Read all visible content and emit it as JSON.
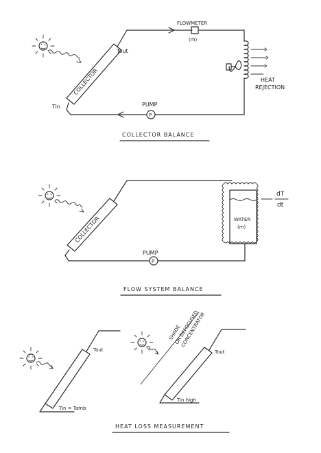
{
  "collector_balance": {
    "flowmeter_label": "FLOWMETER",
    "flowmeter_symbol": "(ṁ)",
    "t_out": "Tout",
    "t_in": "Tin",
    "collector_label": "COLLECTOR",
    "pump_label": "PUMP",
    "pump_symbol": "P",
    "heat_rejection_line1": "HEAT",
    "heat_rejection_line2": "REJECTION",
    "caption": "COLLECTOR BALANCE"
  },
  "flow_system_balance": {
    "collector_label": "COLLECTOR",
    "water_label": "WATER",
    "mass_label": "(m)",
    "dT": "dT",
    "dt": "dt",
    "pump_label": "PUMP",
    "pump_symbol": "P",
    "caption": "FLOW SYSTEM BALANCE"
  },
  "heat_loss_measurement": {
    "t_out_left": "Tout",
    "t_in_left": "Tin = Tamb",
    "shade_line1": "SHADE",
    "shade_line2": "OR DEFOCUSED",
    "shade_line3": "CONCENTRATOR",
    "t_out_right": "Tout",
    "t_in_right": "Tin high",
    "caption": "HEAT LOSS MEASUREMENT"
  }
}
